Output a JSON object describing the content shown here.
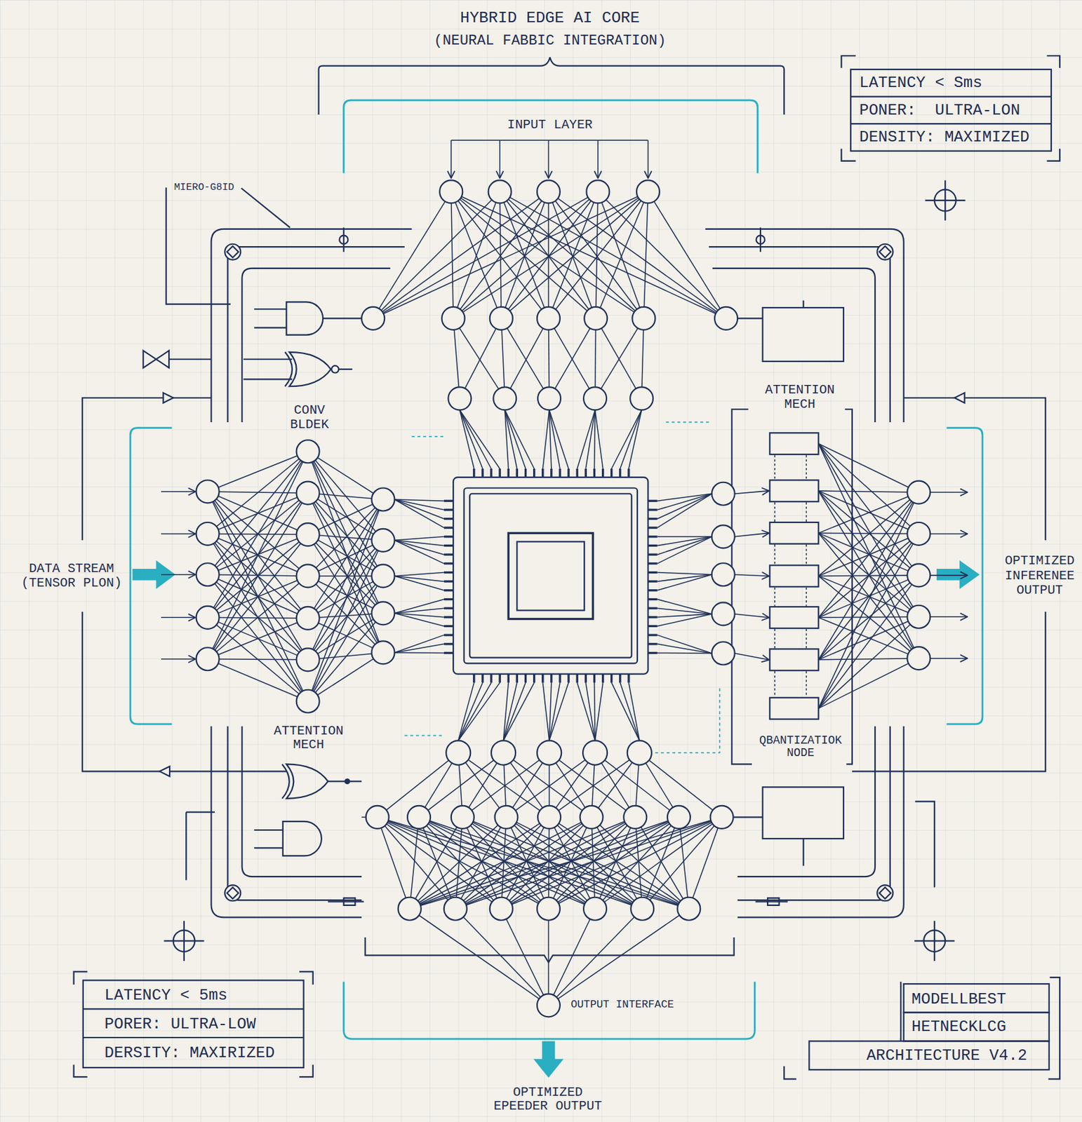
{
  "diagram": {
    "title": "HYBRID EDGE AI CORE",
    "labels": [
      "(NEURAL FABBIC INTEGRATION)",
      "LATENCY < Sms",
      "PONER:  ULTRA-LON",
      "DENSITY: MAXIMIZED",
      "MIERO-G8ID",
      "INPUT LAYER",
      "CONV BLDEK",
      "ATTENTION MECH",
      "DATA STREAM (TENSOR PLON)",
      "OPTIMIZED INFERENEE OUTPUT",
      "ATTENTION MECH",
      "QBANTIZATIOK NODE",
      "OUTPUT INTERFACE",
      "LATENCY < 5ms",
      "PORER: ULTRA-LOW",
      "DERSITY: MAXIRIZED",
      "MODELLBEST",
      "HETNECKLCG",
      "ARCHITECTURE V4.2",
      "OPTIMIZED EPEEDER OUTPUT"
    ]
  }
}
